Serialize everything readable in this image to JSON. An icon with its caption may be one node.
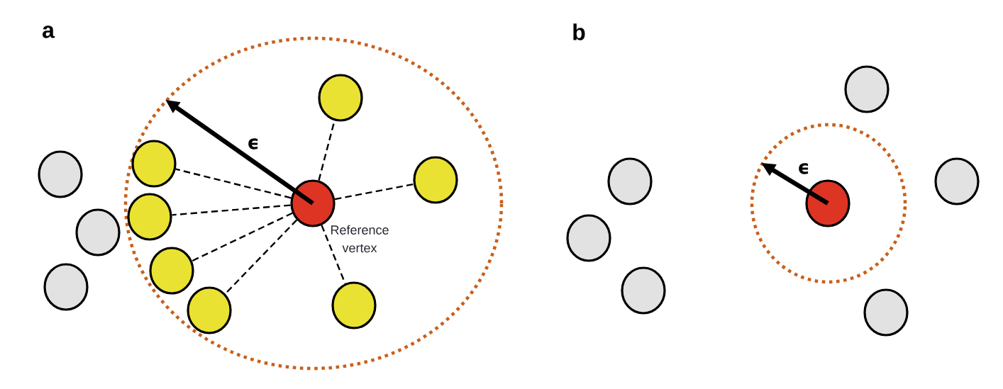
{
  "diagram": {
    "nodes": [
      {
        "text": [],
        "shape": "circle"
      },
      {
        "text": [],
        "shape": "circle"
      },
      {
        "text": [],
        "shape": "circle"
      },
      {
        "text": [],
        "shape": "circle"
      },
      {
        "text": [],
        "shape": "circle",
        "in": 3
      },
      {
        "text": [],
        "shape": "circle",
        "in": 3
      },
      {
        "text": [],
        "shape": "circle",
        "in": 3
      },
      {
        "text": [],
        "shape": "circle",
        "in": 3
      },
      {
        "text": [],
        "shape": "circle",
        "in": 3
      },
      {
        "text": [],
        "shape": "circle",
        "in": 3
      },
      {
        "text": [],
        "shape": "circle",
        "in": 3
      },
      {
        "text": [],
        "shape": "circle",
        "in": 3,
        "beside": [
          "Reference vertex"
        ]
      },
      {
        "text": [],
        "shape": "circle"
      },
      {
        "text": [],
        "shape": "circle"
      },
      {
        "text": [],
        "shape": "circle"
      },
      {
        "text": [],
        "shape": "circle"
      },
      {
        "text": [],
        "shape": "circle"
      },
      {
        "text": [],
        "shape": "circle",
        "in": 16
      },
      {
        "text": [],
        "shape": "circle"
      },
      {
        "text": [],
        "shape": "circle"
      }
    ],
    "edges": [
      {
        "from": 11,
        "to": 4,
        "arrow": "none",
        "style": "dashed"
      },
      {
        "from": 11,
        "to": 5,
        "arrow": "none",
        "style": "dashed"
      },
      {
        "from": 11,
        "to": 6,
        "arrow": "none",
        "style": "dashed"
      },
      {
        "from": 11,
        "to": 7,
        "arrow": "none",
        "style": "dashed"
      },
      {
        "from": 11,
        "to": 8,
        "arrow": "none",
        "style": "dashed"
      },
      {
        "from": 11,
        "to": 9,
        "arrow": "none",
        "style": "dashed"
      },
      {
        "from": 11,
        "to": 10,
        "arrow": "none",
        "style": "dashed"
      },
      {
        "from": 11,
        "to": 3,
        "arrow": "to",
        "style": "thick",
        "label": "ϵ"
      },
      {
        "from": 17,
        "to": 16,
        "arrow": "to",
        "style": "thick",
        "label": "ϵ"
      }
    ],
    "labels": [
      "a",
      "b"
    ]
  }
}
